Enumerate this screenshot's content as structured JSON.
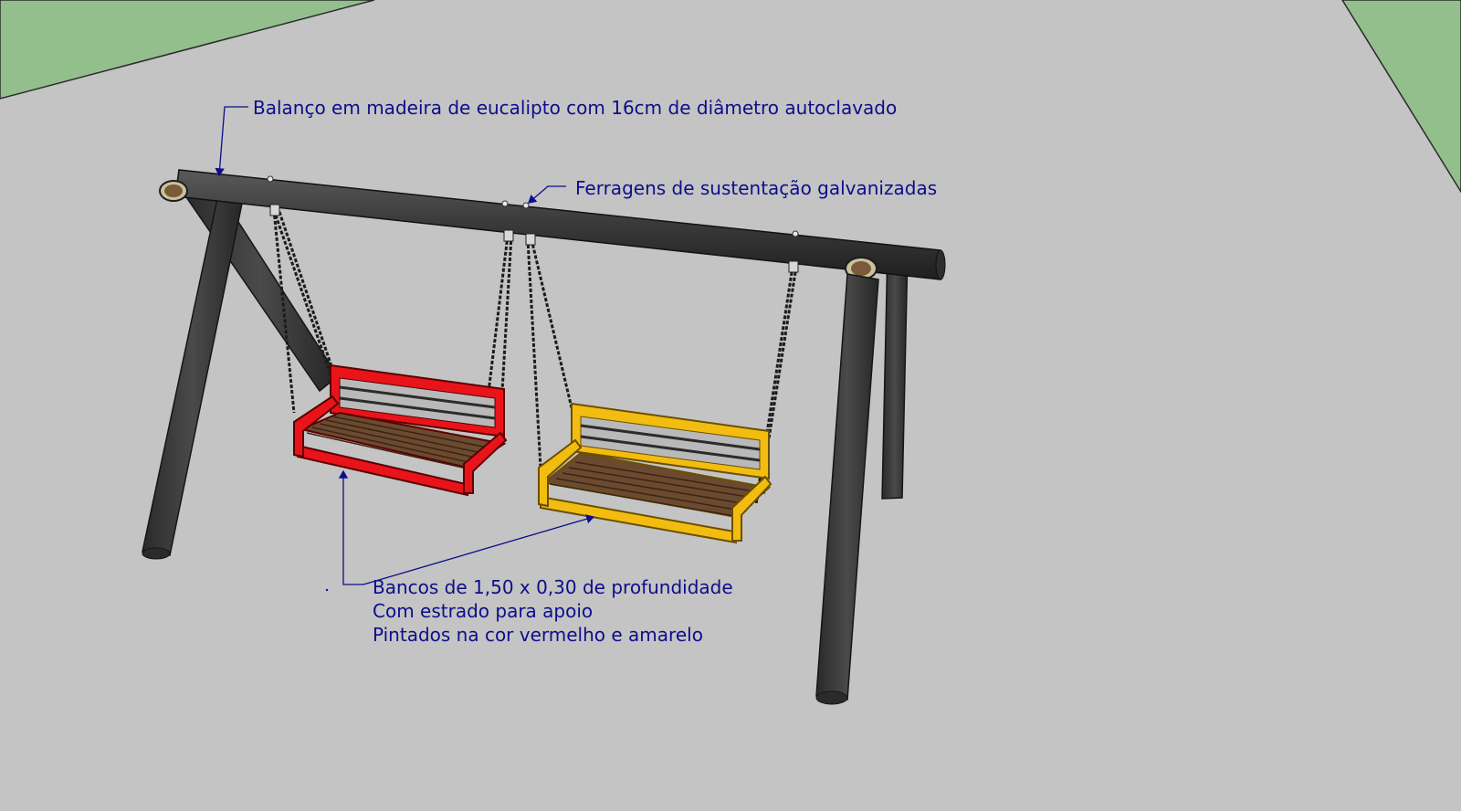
{
  "annotations": {
    "main": "Balanço em madeira de eucalipto com 16cm de diâmetro autoclavado",
    "ferragens": "Ferragens de sustentação galvanizadas",
    "bancos": [
      "Bancos de 1,50 x 0,30 de profundidade",
      "Com estrado para apoio",
      "Pintados na cor vermelho e amarelo"
    ]
  },
  "colors": {
    "background": "#c4c4c4",
    "grass": "#93bf8d",
    "wood": "#3a3a3a",
    "seat_left": "#e8141a",
    "seat_right": "#f2bd10",
    "slats": "#6b4a30",
    "leader_line": "#0d0d8c"
  }
}
